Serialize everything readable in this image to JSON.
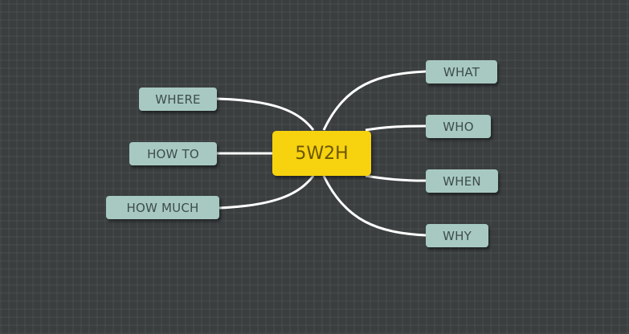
{
  "central_topic": "5W2H",
  "branches": {
    "what": "WHAT",
    "who": "WHO",
    "when": "WHEN",
    "why": "WHY",
    "where": "WHERE",
    "how_to": "HOW TO",
    "how_much": "HOW MUCH"
  },
  "colors": {
    "background": "#3a3e3f",
    "central_fill": "#f7d20f",
    "branch_fill": "#a7c9c1",
    "connector": "#ffffff"
  }
}
